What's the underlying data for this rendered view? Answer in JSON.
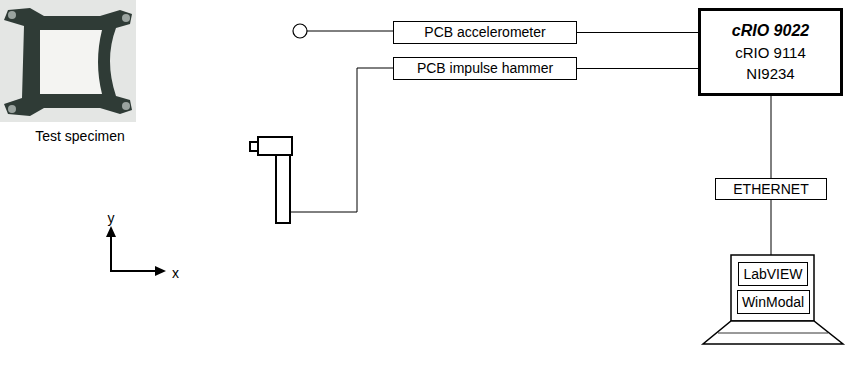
{
  "diagram": {
    "nodes": [
      {
        "text": [
          "PCB accelerometer"
        ]
      },
      {
        "text": [
          "PCB impulse hammer"
        ]
      },
      {
        "text": [
          "cRIO 9022",
          "cRIO 9114",
          "NI9234"
        ]
      },
      {
        "text": [
          "ETHERNET"
        ]
      },
      {
        "text": [
          "LabVIEW"
        ]
      },
      {
        "text": [
          "WinModal"
        ]
      }
    ],
    "edges": [
      {
        "from": 0,
        "to": 2,
        "arrow": "none"
      },
      {
        "from": 1,
        "to": 2,
        "arrow": "none"
      },
      {
        "from": 2,
        "to": 3,
        "arrow": "none"
      }
    ],
    "labels": [
      "Test specimen",
      "y",
      "x"
    ]
  }
}
